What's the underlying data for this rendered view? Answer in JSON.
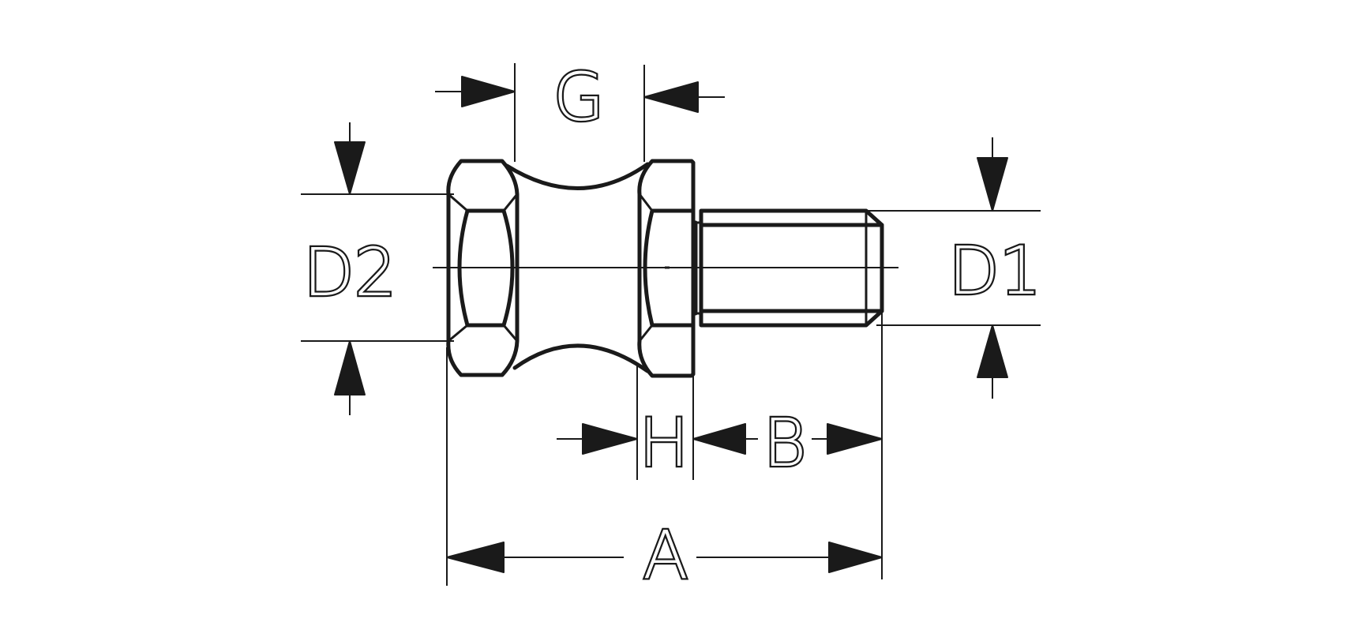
{
  "labels": {
    "g": "G",
    "d2": "D2",
    "d1": "D1",
    "h": "H",
    "b": "B",
    "a": "A"
  },
  "colors": {
    "ink": "#1a1a1a",
    "background": "#ffffff"
  }
}
